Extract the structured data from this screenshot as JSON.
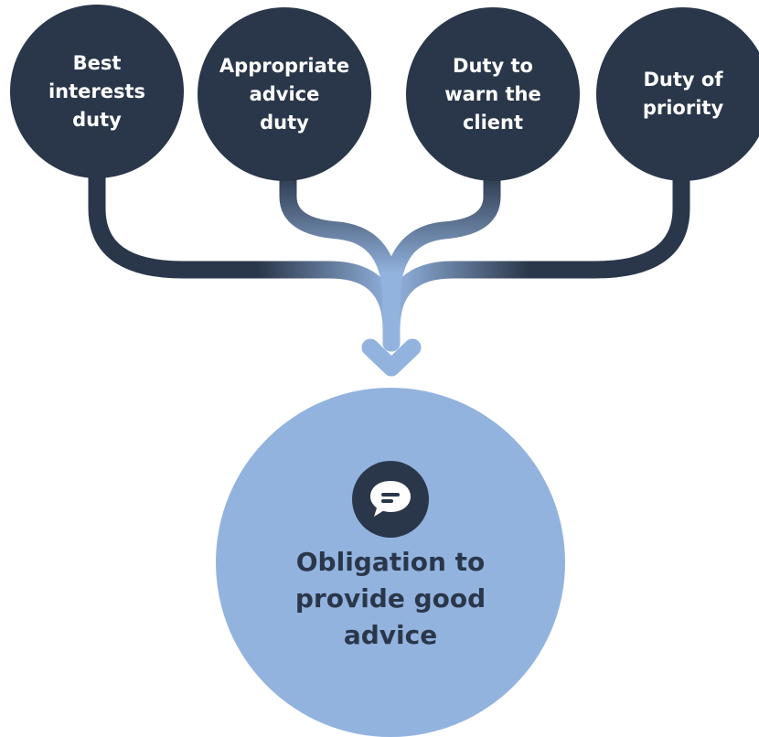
{
  "duties": [
    {
      "label": "Best\ninterests\nduty"
    },
    {
      "label": "Appropriate\nadvice\nduty"
    },
    {
      "label": "Duty to\nwarn the\nclient"
    },
    {
      "label": "Duty of\npriority"
    }
  ],
  "outcome": {
    "label": "Obligation to\nprovide good\nadvice",
    "icon": "speech-bubble-icon"
  },
  "colors": {
    "navy": "#2a374a",
    "light_blue": "#93b3df",
    "white": "#ffffff"
  }
}
